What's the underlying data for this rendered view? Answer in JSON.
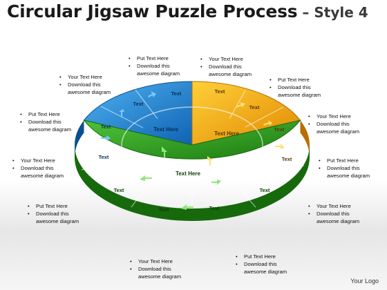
{
  "title": {
    "main": "Circular Jigsaw Puzzle Process",
    "sub": " – Style 4"
  },
  "callouts": [
    {
      "line1": "Put Text Here",
      "line2": "Download this",
      "line3": "awesome diagram"
    },
    {
      "line1": "Your Text Here",
      "line2": "Download this",
      "line3": "awesome diagram"
    },
    {
      "line1": "Your Text Here",
      "line2": "Download this",
      "line3": "awesome diagram"
    },
    {
      "line1": "Put Text Here",
      "line2": "Download this",
      "line3": "awesome diagram"
    },
    {
      "line1": "Put Text Here",
      "line2": "Download this",
      "line3": "awesome diagram"
    },
    {
      "line1": "Your Text Here",
      "line2": "Download this",
      "line3": "awesome diagram"
    },
    {
      "line1": "Your Text Here",
      "line2": "Download this",
      "line3": "awesome diagram"
    },
    {
      "line1": "Put Text Here",
      "line2": "Download this",
      "line3": "awesome diagram"
    },
    {
      "line1": "Your Text Here",
      "line2": "Download this",
      "line3": "awesome diagram"
    },
    {
      "line1": "Put Text Here",
      "line2": "Download this",
      "line3": "awesome diagram"
    },
    {
      "line1": "Put Text Here",
      "line2": "Download this",
      "line3": "awesome diagram"
    },
    {
      "line1": "Your Text Here",
      "line2": "Download this",
      "line3": "awesome diagram"
    }
  ],
  "puzzle": {
    "center_blue": "Text Here",
    "center_orange": "Text Here",
    "center_green": "Text Here",
    "blue_outer": [
      "Text",
      "Text",
      "Text",
      "Text"
    ],
    "orange_outer": [
      "Text",
      "Text",
      "Text",
      "Text"
    ],
    "green_outer": [
      "Text",
      "Text",
      "Text",
      "Text"
    ]
  },
  "colors": {
    "blue": "#1f86d6",
    "orange": "#f2a20c",
    "green": "#2e9a1c"
  },
  "logo": "Your Logo"
}
